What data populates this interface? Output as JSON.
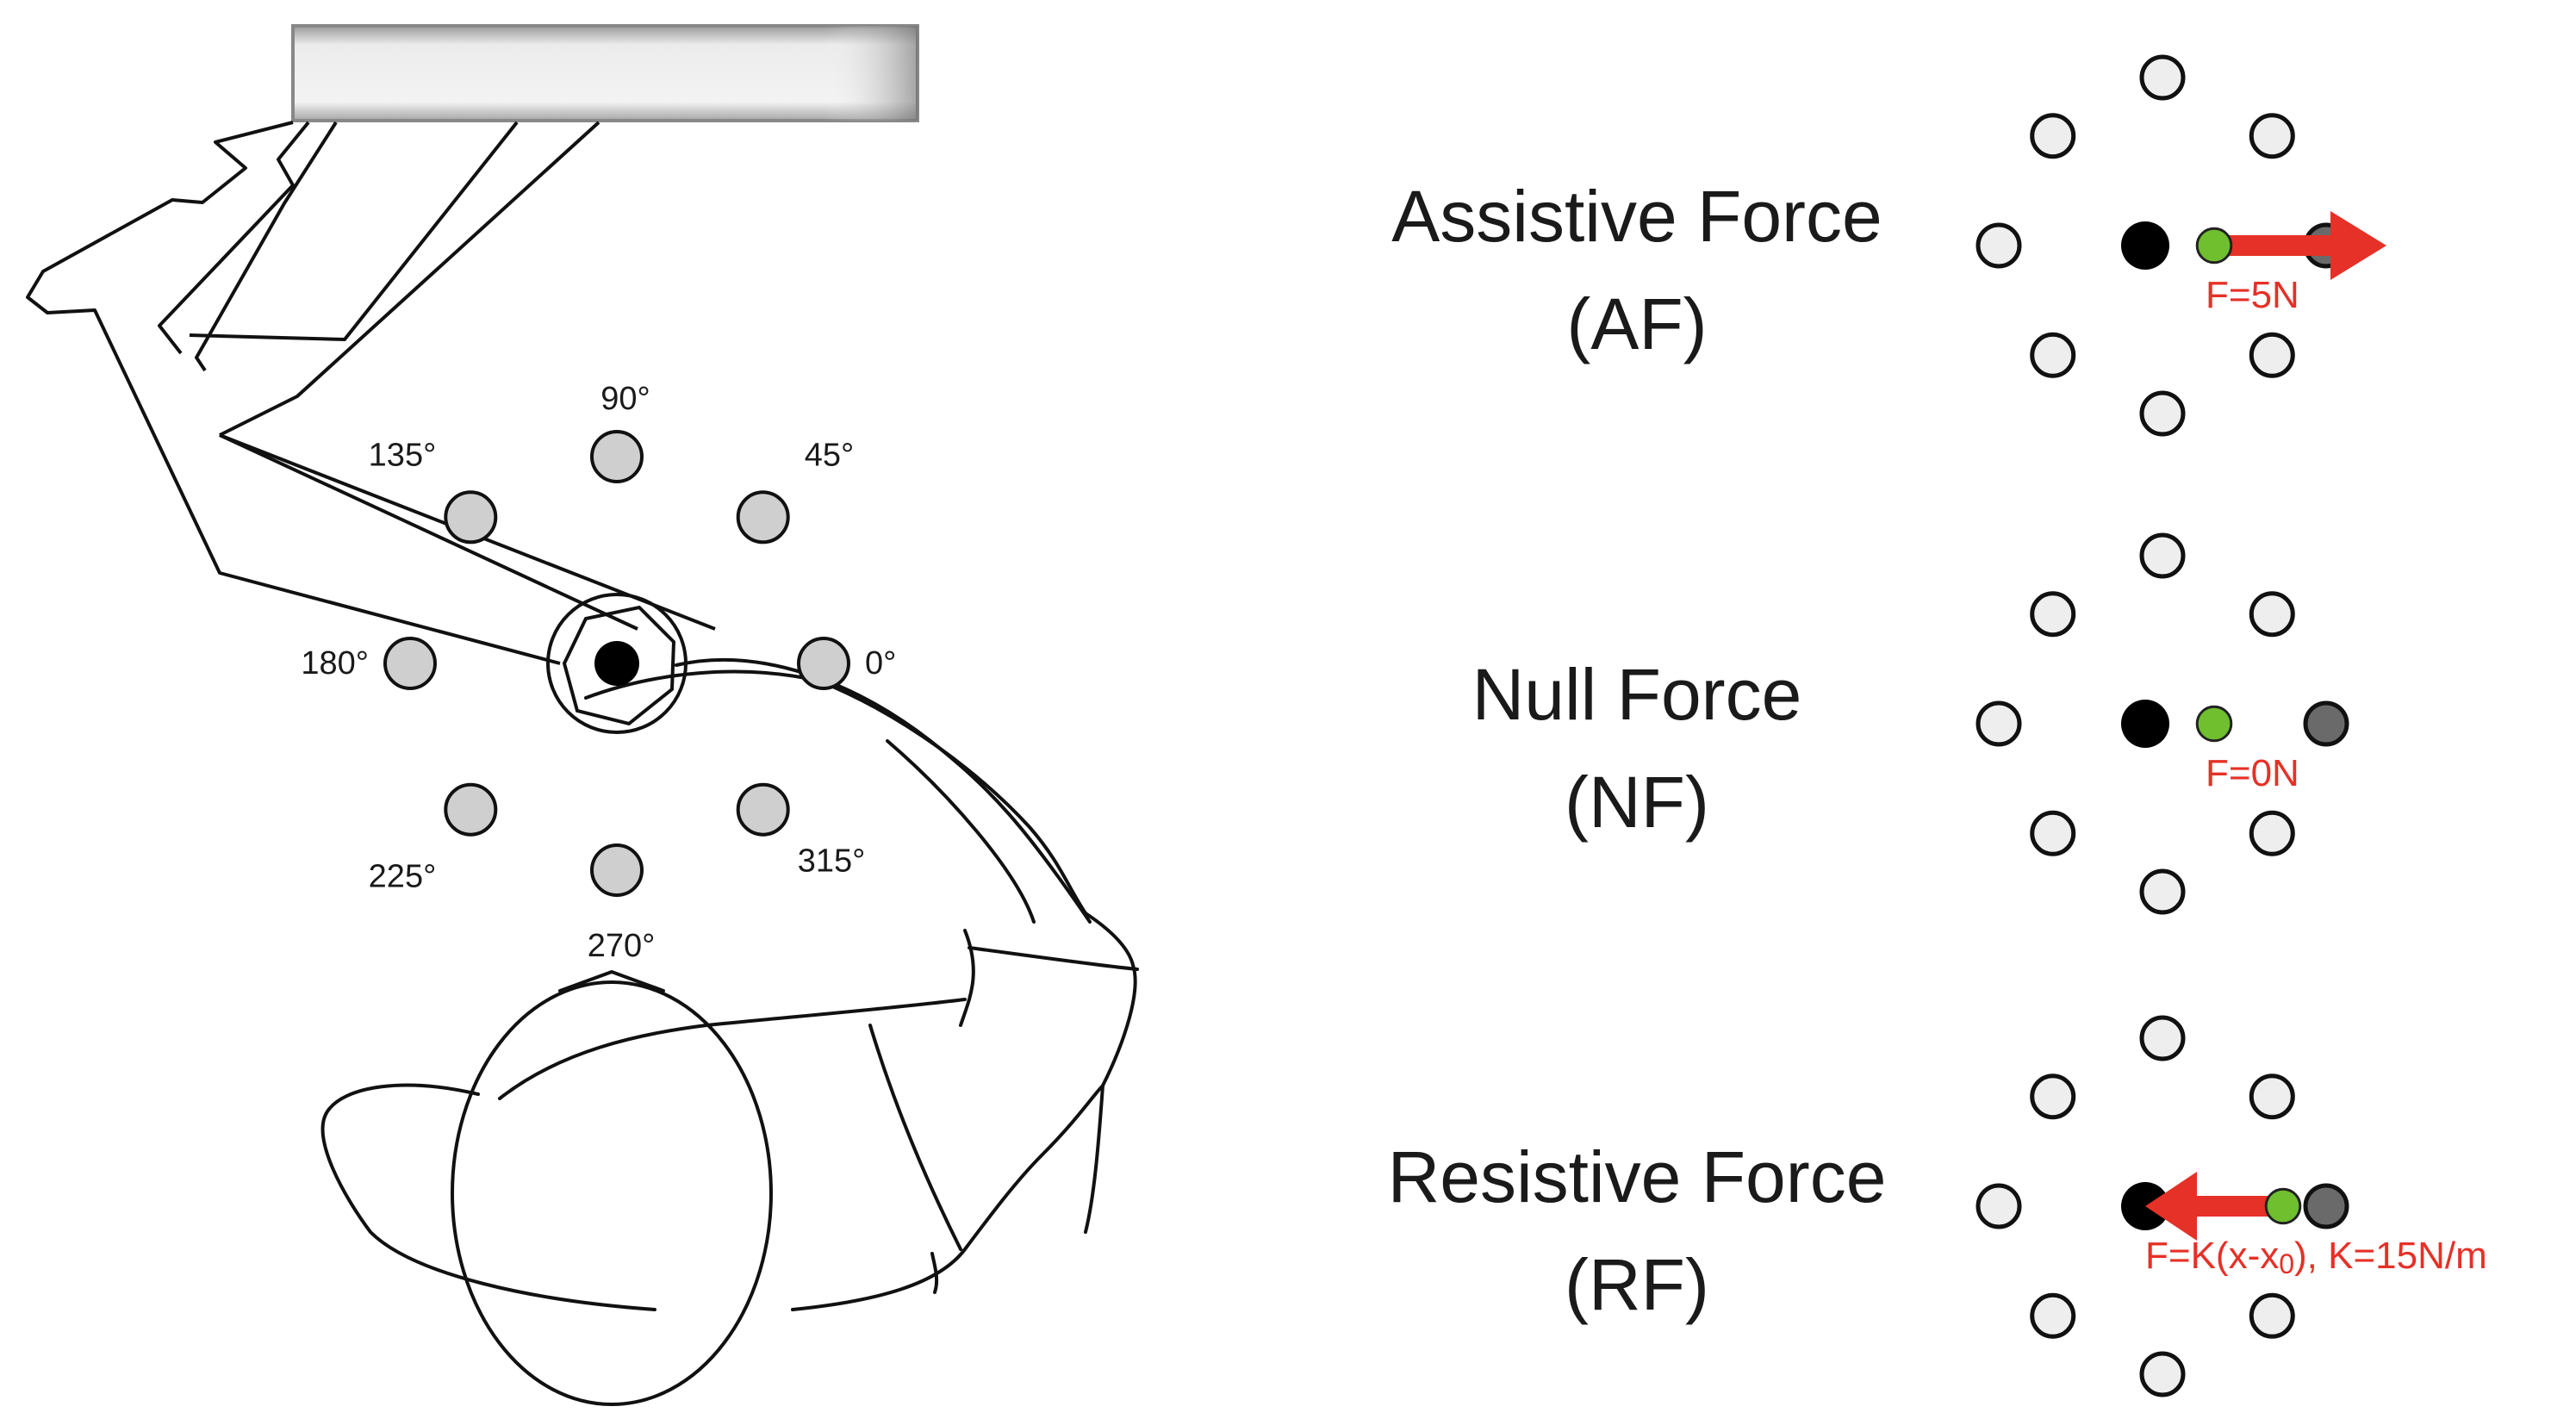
{
  "workspace": {
    "targets": [
      {
        "angle": 0,
        "label": "0°"
      },
      {
        "angle": 45,
        "label": "45°"
      },
      {
        "angle": 90,
        "label": "90°"
      },
      {
        "angle": 135,
        "label": "135°"
      },
      {
        "angle": 180,
        "label": "180°"
      },
      {
        "angle": 225,
        "label": "225°"
      },
      {
        "angle": 270,
        "label": "270°"
      },
      {
        "angle": 315,
        "label": "315°"
      }
    ]
  },
  "conditions": [
    {
      "id": "af",
      "name_line1": "Assistive Force",
      "name_line2": "(AF)",
      "force_label": "F=5N",
      "arrow_direction": "right"
    },
    {
      "id": "nf",
      "name_line1": "Null Force",
      "name_line2": "(NF)",
      "force_label": "F=0N",
      "arrow_direction": "none"
    },
    {
      "id": "rf",
      "name_line1": "Resistive Force",
      "name_line2": "(RF)",
      "force_label": "F=K(x-x",
      "force_label_sub": "0",
      "force_label_tail": "), K=15N/m",
      "arrow_direction": "left"
    }
  ],
  "colors": {
    "target_fill_left": "#cfcfcf",
    "target_fill_right": "#eeeeee",
    "active_target": "#6a6a6a",
    "start_point": "#000000",
    "cursor": "#6fbf2f",
    "force_arrow": "#e53127",
    "outline": "#111111"
  }
}
